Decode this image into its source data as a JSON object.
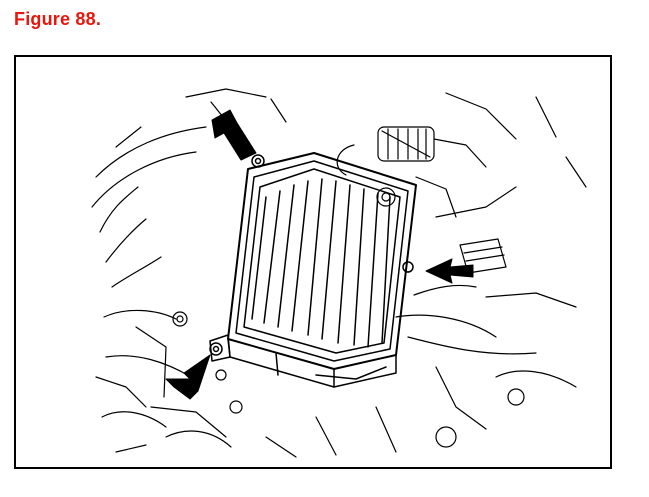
{
  "figure": {
    "title": "Figure 88."
  },
  "diagram": {
    "subject": "air-cleaner-housing",
    "callout_arrows": 3,
    "line_color": "#000000",
    "title_color": "#e8160c"
  }
}
